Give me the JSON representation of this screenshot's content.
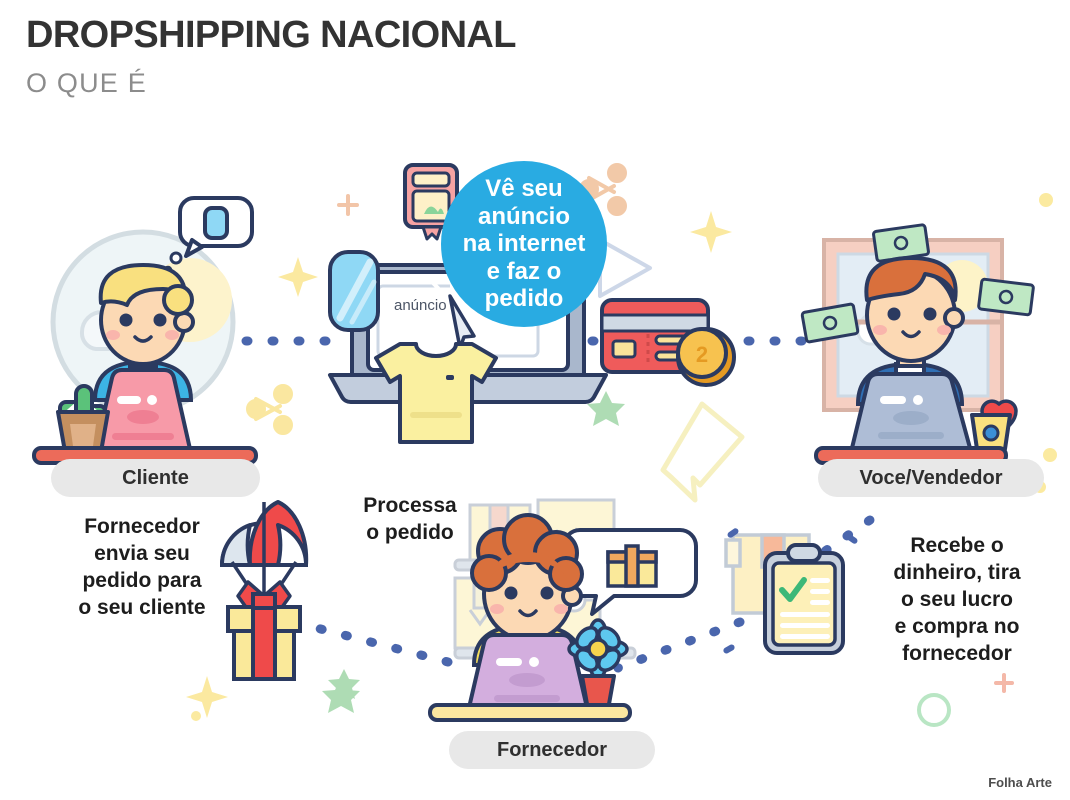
{
  "header": {
    "title": "DROPSHIPPING NACIONAL",
    "subtitle": "O QUE É"
  },
  "credit": "Folha Arte",
  "nodes": {
    "client": {
      "label": "Cliente"
    },
    "seller": {
      "label": "Voce/Vendedor"
    },
    "supplier": {
      "label": "Fornecedor"
    }
  },
  "callouts": {
    "internet_bubble": "Vê seu\nanúncio\nna internet\ne faz o\npedido",
    "process_order": "Processa\no pedido",
    "supplier_ships": "Fornecedor\nenvia seu\npedido para\no seu cliente",
    "seller_profit": "Recebe o\ndinheiro, tira\no seu lucro\ne compra no\nfornecedor"
  },
  "screen": {
    "ad_label": "anúncio"
  },
  "coin": {
    "value": "2"
  },
  "money": {
    "bill_values": [
      "$",
      "$",
      "$"
    ]
  },
  "colors": {
    "title": "#333333",
    "subtitle": "#8c8c8c",
    "pill_bg": "#e8e8e8",
    "bubble_blue": "#29ABE2",
    "dash_blue": "#4a66ad",
    "client_laptop": "#f79aa8",
    "seller_laptop": "#aebdd6",
    "supplier_laptop": "#d3aede",
    "card_red": "#ef4a4a",
    "coin_gold": "#f0a830",
    "shirt_yellow": "#faf0a0",
    "desk_red": "#ec6b5a",
    "desk_yellow": "#fae6a0",
    "check_green": "#3cb878"
  },
  "icons": [
    "thought-bubble-phone-icon",
    "cactus-icon",
    "cloud-icon",
    "sun-icon",
    "ad-window-icon",
    "cursor-click-icon",
    "tshirt-icon",
    "share-node-icon",
    "credit-card-icon",
    "coin-icon",
    "money-bill-icon",
    "heart-icon",
    "coffee-cup-icon",
    "parachute-gift-icon",
    "gift-bubble-icon",
    "flower-pot-icon",
    "clipboard-check-icon",
    "package-box-icon",
    "sparkle-icon",
    "star-icon",
    "plus-icon",
    "ring-icon",
    "speech-outline-icon"
  ]
}
